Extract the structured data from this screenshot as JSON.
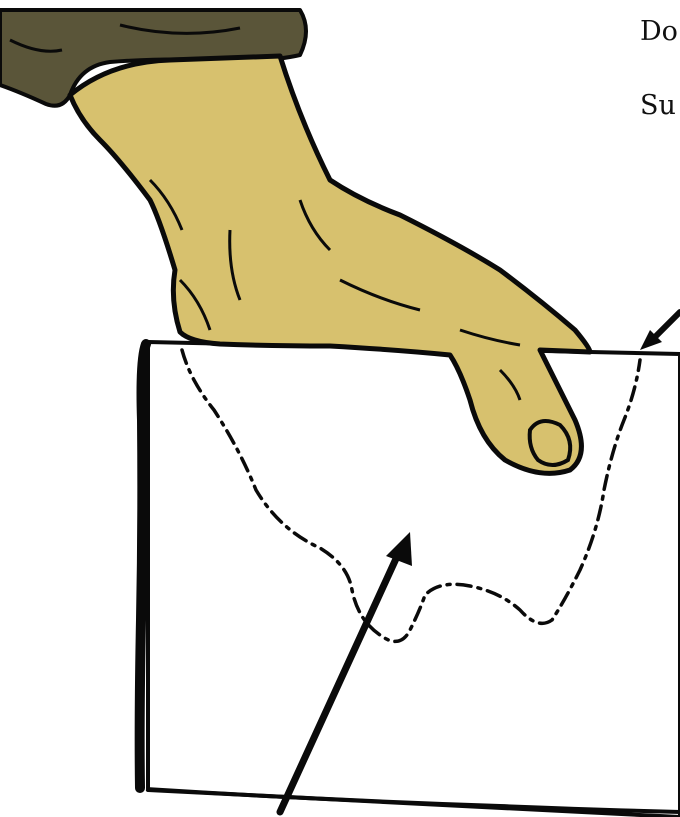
{
  "labels": {
    "first": "Do",
    "second": "Su"
  },
  "colors": {
    "glove": "#d7c16e",
    "sleeve": "#5a5539",
    "outline": "#0a0a0a",
    "paper": "#ffffff"
  },
  "icons": {
    "glove": "gloved-hand-illustration",
    "cuff": "sleeve-cuff",
    "sheet": "fabric-sheet-illustration",
    "cut_line": "dash-dot-cut-line",
    "arrow_a": "pointer-arrow-to-corner",
    "arrow_b": "pointer-arrow-to-center"
  }
}
